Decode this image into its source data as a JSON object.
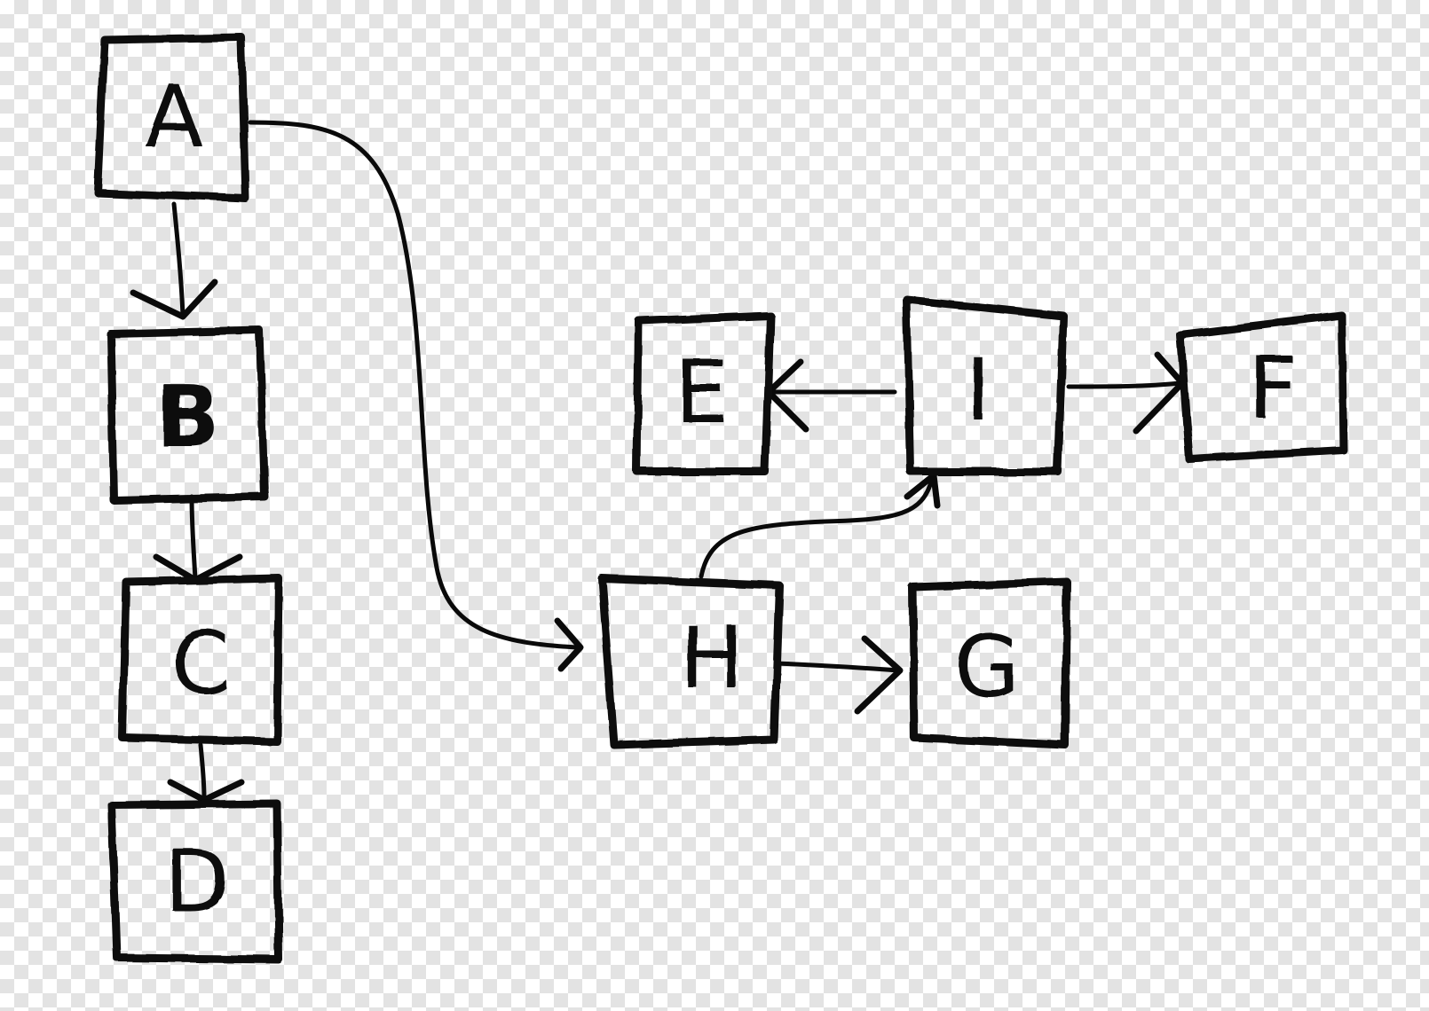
{
  "diagram": {
    "nodes": [
      {
        "id": "A",
        "label": "A"
      },
      {
        "id": "B",
        "label": "B"
      },
      {
        "id": "C",
        "label": "C"
      },
      {
        "id": "D",
        "label": "D"
      },
      {
        "id": "E",
        "label": "E"
      },
      {
        "id": "I",
        "label": "I"
      },
      {
        "id": "F",
        "label": "F"
      },
      {
        "id": "H",
        "label": "H"
      },
      {
        "id": "G",
        "label": "G"
      }
    ],
    "edges": [
      {
        "from": "A",
        "to": "B"
      },
      {
        "from": "B",
        "to": "C"
      },
      {
        "from": "C",
        "to": "D"
      },
      {
        "from": "A",
        "to": "H"
      },
      {
        "from": "H",
        "to": "G"
      },
      {
        "from": "H",
        "to": "I"
      },
      {
        "from": "I",
        "to": "E"
      },
      {
        "from": "I",
        "to": "F"
      }
    ],
    "colors": {
      "ink": "#0a0a0a",
      "checker": "#e3e3e3",
      "paper": "#ffffff"
    }
  }
}
